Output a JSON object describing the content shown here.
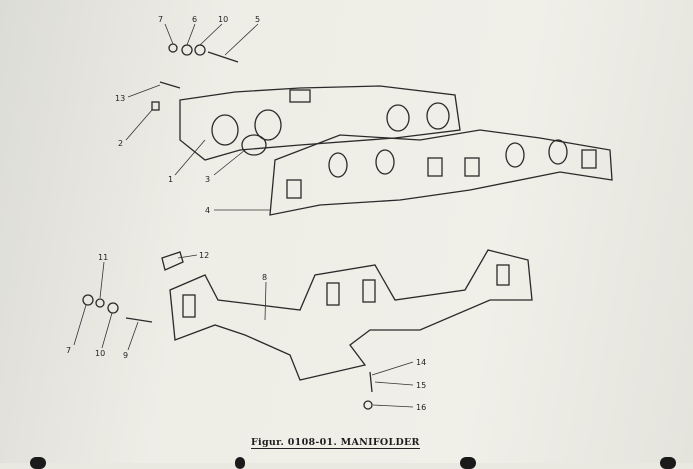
{
  "caption": "Figur. 0108-01. MANIFOLDER",
  "upper_callouts": [
    "7",
    "6",
    "10",
    "5",
    "13",
    "2",
    "1",
    "3",
    "4"
  ],
  "lower_callouts": [
    "12",
    "11",
    "8",
    "7",
    "10",
    "9",
    "14",
    "15",
    "16"
  ]
}
